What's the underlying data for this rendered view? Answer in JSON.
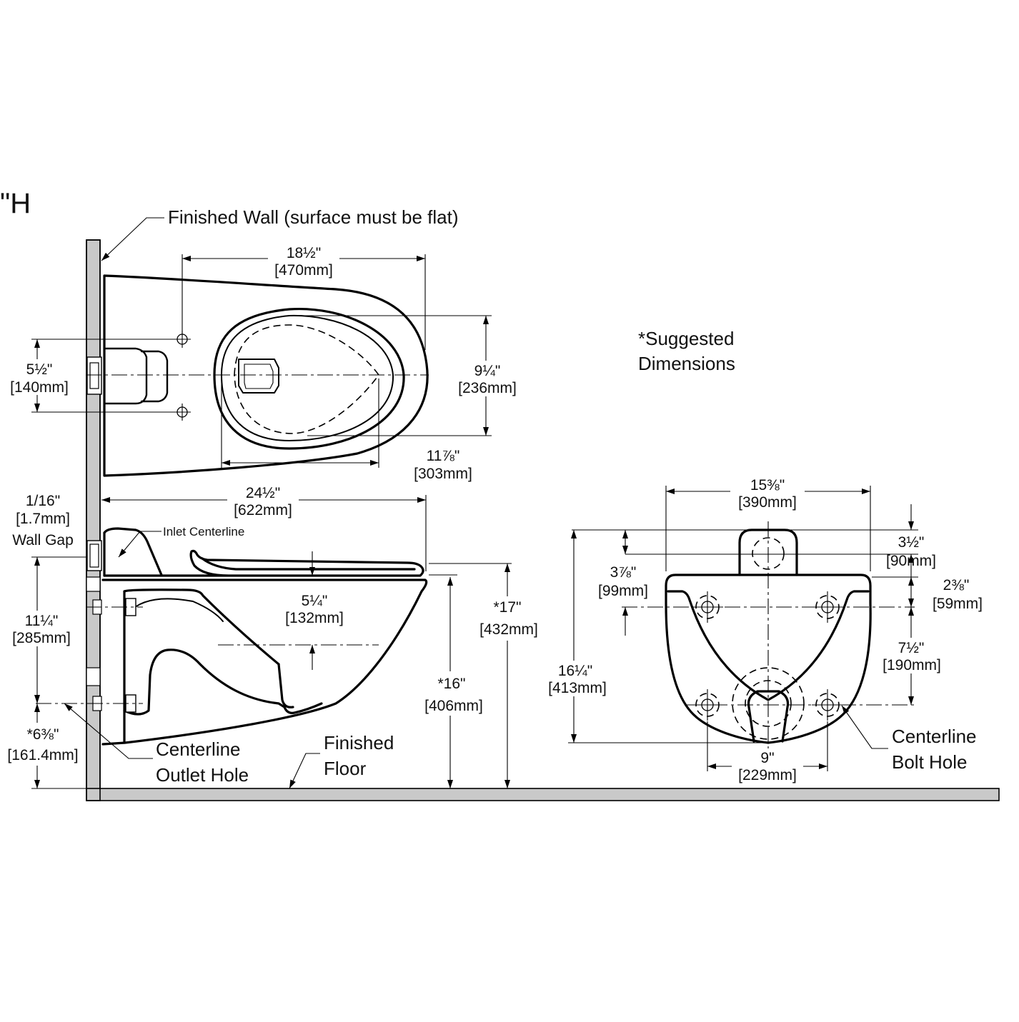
{
  "page_marker": "\"H",
  "labels": {
    "finished_wall": "Finished Wall (surface must be flat)",
    "suggested": "*Suggested",
    "dimensions": "Dimensions",
    "inlet_centerline": "Inlet Centerline",
    "wall_gap": "Wall Gap",
    "centerline_outlet_1": "Centerline",
    "centerline_outlet_2": "Outlet Hole",
    "finished_floor_1": "Finished",
    "finished_floor_2": "Floor",
    "centerline_bolt_1": "Centerline",
    "centerline_bolt_2": "Bolt Hole"
  },
  "top_view": {
    "length": {
      "imperial": "18½\"",
      "metric": "[470mm]"
    },
    "bolt_spacing": {
      "imperial": "5½\"",
      "metric": "[140mm]"
    },
    "width": {
      "imperial": "9¼\"",
      "metric": "[236mm]"
    },
    "bowl_length": {
      "imperial": "11⅞\"",
      "metric": "[303mm]"
    }
  },
  "side_view": {
    "overall_length": {
      "imperial": "24½\"",
      "metric": "[622mm]"
    },
    "wall_gap": {
      "imperial": "1/16\"",
      "metric": "[1.7mm]"
    },
    "bolt_vertical": {
      "imperial": "11¼\"",
      "metric": "[285mm]"
    },
    "outlet_height": {
      "imperial": "*6⅜\"",
      "metric": "[161.4mm]"
    },
    "seat_drop": {
      "imperial": "5¼\"",
      "metric": "[132mm]"
    },
    "rim_height": {
      "imperial": "*16\"",
      "metric": "[406mm]"
    },
    "seat_height": {
      "imperial": "*17\"",
      "metric": "[432mm]"
    }
  },
  "rear_view": {
    "width": {
      "imperial": "15⅜\"",
      "metric": "[390mm]"
    },
    "inlet_offset": {
      "imperial": "3½\"",
      "metric": "[90mm]"
    },
    "inlet_depth": {
      "imperial": "3⅞\"",
      "metric": "[99mm]"
    },
    "upper_bolt_drop": {
      "imperial": "2⅜\"",
      "metric": "[59mm]"
    },
    "bolt_vertical": {
      "imperial": "7½\"",
      "metric": "[190mm]"
    },
    "height": {
      "imperial": "16¼\"",
      "metric": "[413mm]"
    },
    "bolt_horizontal": {
      "imperial": "9\"",
      "metric": "[229mm]"
    }
  }
}
